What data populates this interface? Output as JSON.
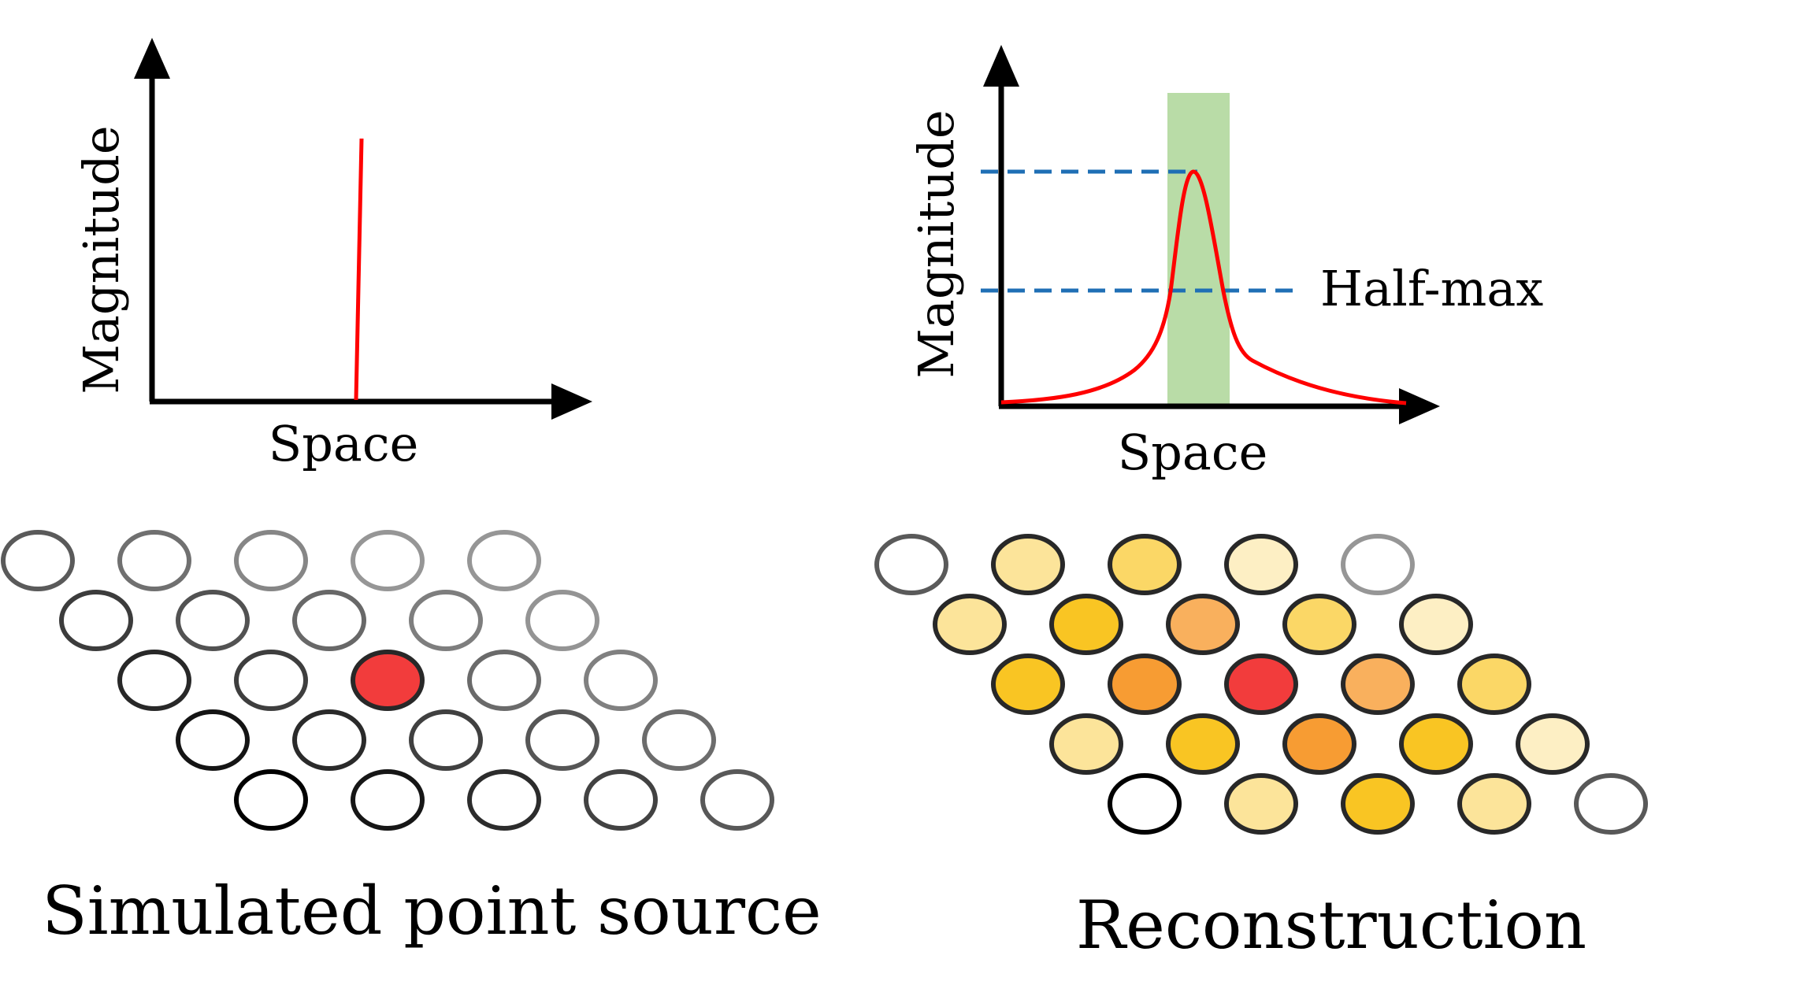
{
  "left_panel": {
    "ylabel": "Magnitude",
    "xlabel": "Space",
    "caption": "Simulated point source"
  },
  "right_panel": {
    "ylabel": "Magnitude",
    "xlabel": "Space",
    "annotation": "Half-max",
    "caption": "Reconstruction"
  },
  "colors": {
    "axis": "#000000",
    "signal": "#ff0000",
    "half_max_line": "#1f6fb5",
    "fwhm_band": "#b9dca7",
    "hot": "#f23c3c",
    "orange": "#f79c33",
    "light_orange": "#f9b05d",
    "gold": "#f9c523",
    "yellow": "#fbd766",
    "pale_yellow": "#fce49a",
    "cream": "#fdefc4"
  },
  "left_grid": [
    [
      "empty",
      "empty",
      "empty",
      "empty",
      "empty"
    ],
    [
      "empty",
      "empty",
      "empty",
      "empty",
      "empty"
    ],
    [
      "empty",
      "empty",
      "hot",
      "empty",
      "empty"
    ],
    [
      "empty",
      "empty",
      "empty",
      "empty",
      "empty"
    ],
    [
      "empty",
      "empty",
      "empty",
      "empty",
      "empty"
    ]
  ],
  "right_grid": [
    [
      "empty",
      "pale_yellow",
      "yellow",
      "cream",
      "empty"
    ],
    [
      "pale_yellow",
      "gold",
      "light_orange",
      "yellow",
      "cream"
    ],
    [
      "gold",
      "orange",
      "hot",
      "light_orange",
      "yellow"
    ],
    [
      "pale_yellow",
      "gold",
      "orange",
      "gold",
      "cream"
    ],
    [
      "empty",
      "pale_yellow",
      "gold",
      "pale_yellow",
      "empty"
    ]
  ]
}
